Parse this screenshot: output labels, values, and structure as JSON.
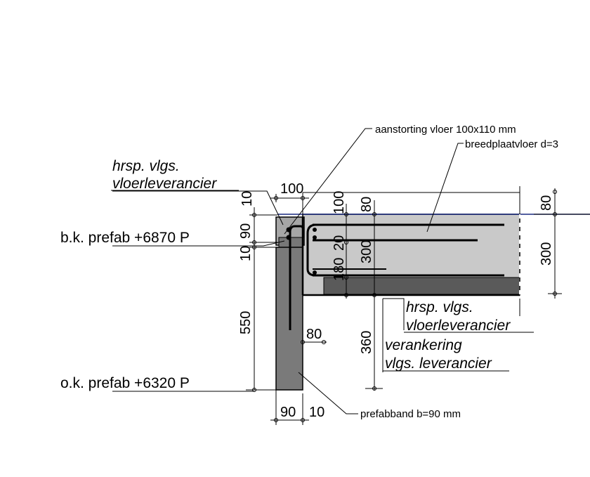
{
  "labels": {
    "aanstorting": "aanstorting vloer 100x110 mm",
    "breedplaat": "breedplaatvloer d=3",
    "hrsp_left_1": "hrsp. vlgs.",
    "hrsp_left_2": "vloerleverancier",
    "bk_prefab": "b.k. prefab +6870 P",
    "ok_prefab": "o.k. prefab +6320 P",
    "hrsp_right_1": "hrsp. vlgs.",
    "hrsp_right_2": "vloerleverancier",
    "verankering_1": "verankering",
    "verankering_2": "vlgs. leverancier",
    "prefabband": "prefabband b=90 mm"
  },
  "dimensions": {
    "d100_top": "100",
    "d10_a": "10",
    "d90_a": "90",
    "d10_b": "10",
    "d550": "550",
    "d80_mid": "80",
    "d90_bottom": "90",
    "d10_bottom": "10",
    "d100_v": "100",
    "d20_v": "20",
    "d180_v": "180",
    "d80_v": "80",
    "d300_v": "300",
    "d360_v": "360",
    "d80_right": "80",
    "d300_right": "300"
  },
  "colors": {
    "slab_fill": "#c9c9c9",
    "wall_fill": "#7a7a7a",
    "prefab_dark": "#505050",
    "top_line": "#1a2a80",
    "line": "#000000"
  }
}
